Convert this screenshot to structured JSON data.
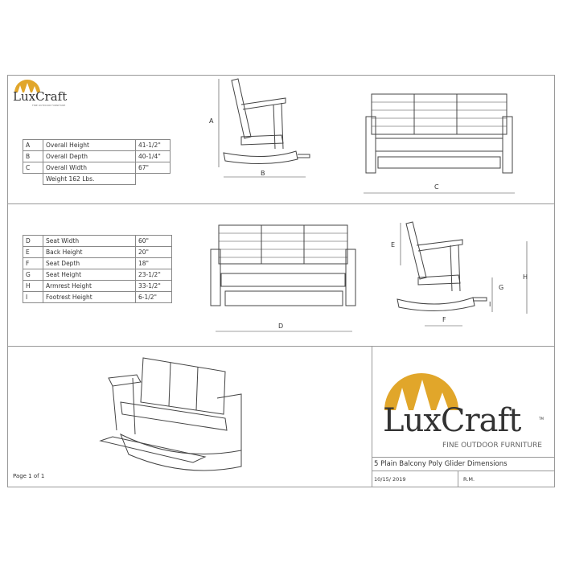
{
  "brand": {
    "name": "LuxCraft",
    "tagline": "FINE OUTDOOR FURNITURE",
    "trademark": "TM",
    "accent_color": "#e1a62a"
  },
  "overall_table": [
    {
      "key": "A",
      "label": "Overall Height",
      "value": "41-1/2\""
    },
    {
      "key": "B",
      "label": "Overall Depth",
      "value": "40-1/4\""
    },
    {
      "key": "C",
      "label": "Overall Width",
      "value": "67\""
    }
  ],
  "weight": "Weight 162 Lbs.",
  "detail_table": [
    {
      "key": "D",
      "label": "Seat Width",
      "value": "60\""
    },
    {
      "key": "E",
      "label": "Back Height",
      "value": "20\""
    },
    {
      "key": "F",
      "label": "Seat Depth",
      "value": "18\""
    },
    {
      "key": "G",
      "label": "Seat Height",
      "value": "23-1/2\""
    },
    {
      "key": "H",
      "label": "Armrest Height",
      "value": "33-1/2\""
    },
    {
      "key": "I",
      "label": "Footrest Height",
      "value": "6-1/2\""
    }
  ],
  "dimension_labels": {
    "a": "A",
    "b": "B",
    "c": "C",
    "d": "D",
    "e": "E",
    "f": "F",
    "g": "G",
    "h": "H",
    "i": "I"
  },
  "title_block": {
    "title": "5 Plain Balcony Poly Glider Dimensions",
    "date": "10/15/ 2019",
    "drawn_by": "R.M."
  },
  "page_label": "Page 1 of 1"
}
